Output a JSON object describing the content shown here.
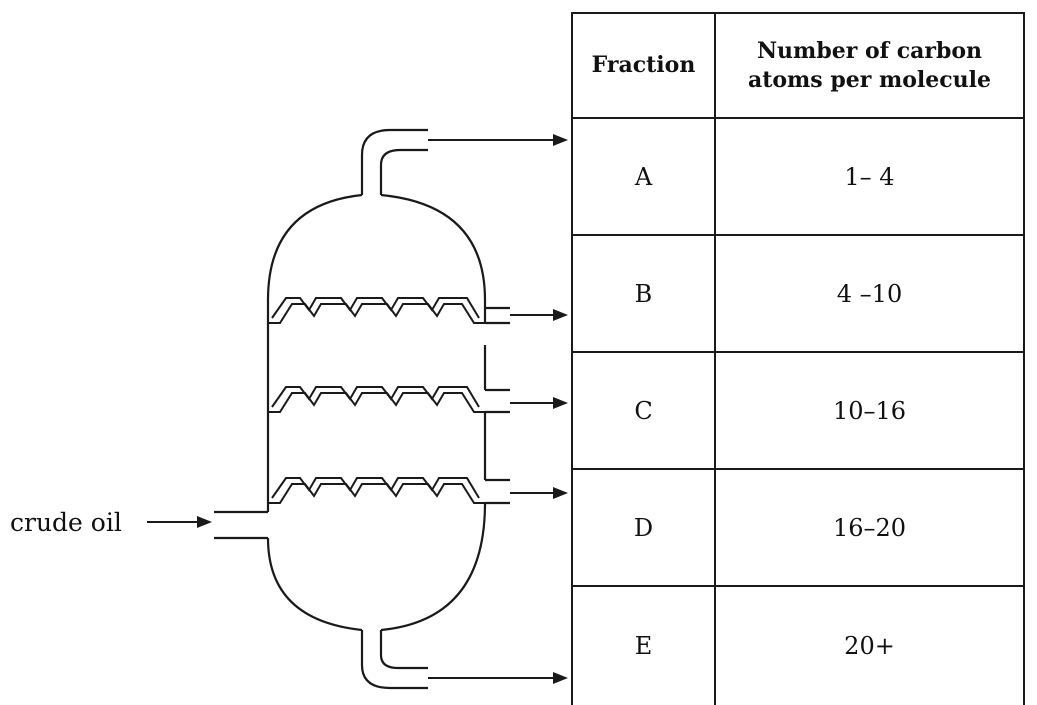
{
  "diagram": {
    "feed_label": "crude oil"
  },
  "table": {
    "headers": {
      "fraction": "Fraction",
      "carbon_line1": "Number of carbon",
      "carbon_line2": "atoms per molecule"
    },
    "rows": [
      {
        "fraction": "A",
        "carbon_atoms": "1– 4"
      },
      {
        "fraction": "B",
        "carbon_atoms": "4 –10"
      },
      {
        "fraction": "C",
        "carbon_atoms": "10–16"
      },
      {
        "fraction": "D",
        "carbon_atoms": "16–20"
      },
      {
        "fraction": "E",
        "carbon_atoms": "20+"
      }
    ]
  }
}
